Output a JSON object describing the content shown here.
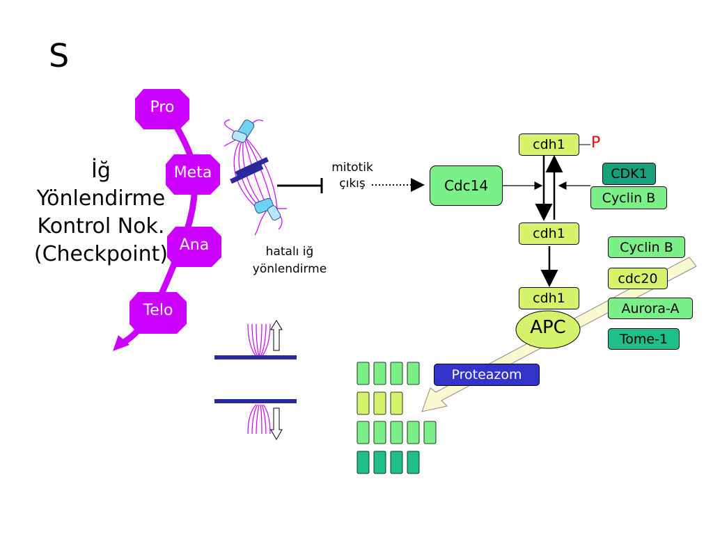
{
  "slide": {
    "letter": "S",
    "checkpoint_title_lines": [
      "İğ",
      "Yönlendirme",
      "Kontrol Nok.",
      "(Checkpoint)"
    ],
    "phases": [
      "Pro",
      "Meta",
      "Ana",
      "Telo"
    ],
    "mitotic_exit_lines": [
      "mitotik",
      "çıkış"
    ],
    "misalignment_lines": [
      "hatalı iğ",
      "yönlendirme"
    ],
    "phospho_label": "P",
    "boxes": {
      "cdh1_top": "cdh1",
      "cdh1_mid": "cdh1",
      "cdh1_bottom": "cdh1",
      "cdc14": "Cdc14",
      "cdk1": "CDK1",
      "cyclin_b_top": "Cyclin B",
      "apc": "APC",
      "proteazom": "Proteazom"
    },
    "substrates": [
      "Cyclin B",
      "cdc20",
      "Aurora-A",
      "Tome-1"
    ],
    "colors": {
      "magenta": "#cc00ff",
      "phase_octagon": "#cc00ff",
      "lime": "#d4f26a",
      "light_green": "#7cf088",
      "teal": "#1fbf8a",
      "navy": "#2a2a9e",
      "phospho_red": "#ff0000",
      "proteasome_blue": "#3333cc"
    }
  }
}
